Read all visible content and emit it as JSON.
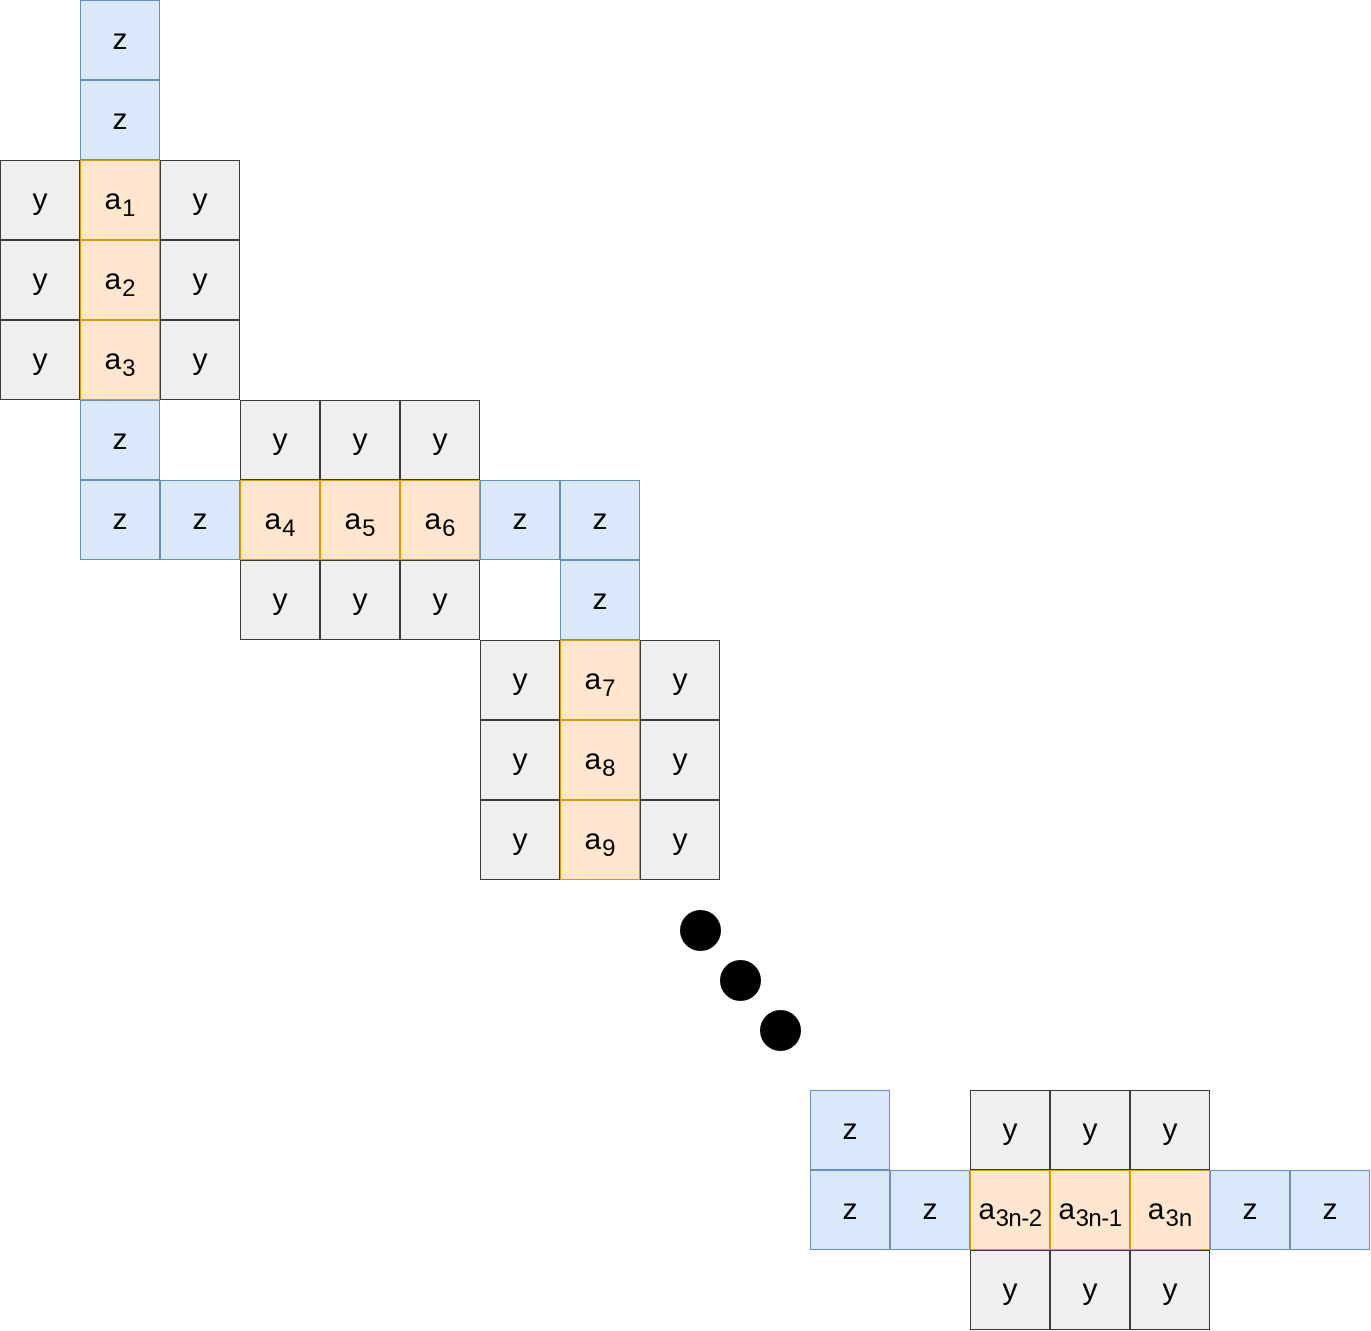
{
  "colors": {
    "z_fill": "#dae8fc",
    "z_stroke": "#6c8ebf",
    "y_fill": "#efefef",
    "y_stroke": "#3a3a3a",
    "a_fill": "#ffe6cc",
    "a_stroke": "#d79b00"
  },
  "labels": {
    "z": "z",
    "y": "y",
    "a": "a"
  },
  "blocks": [
    {
      "name": "vertical-gadget-1",
      "cells": [
        {
          "kind": "z",
          "col": 1,
          "row": 0
        },
        {
          "kind": "z",
          "col": 1,
          "row": 1
        },
        {
          "kind": "y",
          "col": 0,
          "row": 2
        },
        {
          "kind": "a",
          "sub": "1",
          "col": 1,
          "row": 2
        },
        {
          "kind": "y",
          "col": 2,
          "row": 2
        },
        {
          "kind": "y",
          "col": 0,
          "row": 3
        },
        {
          "kind": "a",
          "sub": "2",
          "col": 1,
          "row": 3
        },
        {
          "kind": "y",
          "col": 2,
          "row": 3
        },
        {
          "kind": "y",
          "col": 0,
          "row": 4
        },
        {
          "kind": "a",
          "sub": "3",
          "col": 1,
          "row": 4
        },
        {
          "kind": "y",
          "col": 2,
          "row": 4
        },
        {
          "kind": "z",
          "col": 1,
          "row": 5
        }
      ]
    },
    {
      "name": "horizontal-gadget-1",
      "cells": [
        {
          "kind": "y",
          "col": 3,
          "row": 5
        },
        {
          "kind": "y",
          "col": 4,
          "row": 5
        },
        {
          "kind": "y",
          "col": 5,
          "row": 5
        },
        {
          "kind": "z",
          "col": 1,
          "row": 6
        },
        {
          "kind": "z",
          "col": 2,
          "row": 6
        },
        {
          "kind": "a",
          "sub": "4",
          "col": 3,
          "row": 6
        },
        {
          "kind": "a",
          "sub": "5",
          "col": 4,
          "row": 6
        },
        {
          "kind": "a",
          "sub": "6",
          "col": 5,
          "row": 6
        },
        {
          "kind": "z",
          "col": 6,
          "row": 6
        },
        {
          "kind": "z",
          "col": 7,
          "row": 6
        },
        {
          "kind": "y",
          "col": 3,
          "row": 7
        },
        {
          "kind": "y",
          "col": 4,
          "row": 7
        },
        {
          "kind": "y",
          "col": 5,
          "row": 7
        },
        {
          "kind": "z",
          "col": 7,
          "row": 7
        }
      ]
    },
    {
      "name": "vertical-gadget-2",
      "cells": [
        {
          "kind": "y",
          "col": 6,
          "row": 8
        },
        {
          "kind": "a",
          "sub": "7",
          "col": 7,
          "row": 8
        },
        {
          "kind": "y",
          "col": 8,
          "row": 8
        },
        {
          "kind": "y",
          "col": 6,
          "row": 9
        },
        {
          "kind": "a",
          "sub": "8",
          "col": 7,
          "row": 9
        },
        {
          "kind": "y",
          "col": 8,
          "row": 9
        },
        {
          "kind": "y",
          "col": 6,
          "row": 10
        },
        {
          "kind": "a",
          "sub": "9",
          "col": 7,
          "row": 10
        },
        {
          "kind": "y",
          "col": 8,
          "row": 10
        }
      ]
    },
    {
      "name": "horizontal-gadget-last",
      "cells": [
        {
          "kind": "z",
          "col": 0,
          "row": 0
        },
        {
          "kind": "y",
          "col": 2,
          "row": 0
        },
        {
          "kind": "y",
          "col": 3,
          "row": 0
        },
        {
          "kind": "y",
          "col": 4,
          "row": 0
        },
        {
          "kind": "z",
          "col": 0,
          "row": 1
        },
        {
          "kind": "z",
          "col": 1,
          "row": 1
        },
        {
          "kind": "a",
          "sub": "3n-2",
          "col": 2,
          "row": 1
        },
        {
          "kind": "a",
          "sub": "3n-1",
          "col": 3,
          "row": 1
        },
        {
          "kind": "a",
          "sub": "3n",
          "col": 4,
          "row": 1
        },
        {
          "kind": "z",
          "col": 5,
          "row": 1
        },
        {
          "kind": "z",
          "col": 6,
          "row": 1
        },
        {
          "kind": "y",
          "col": 2,
          "row": 2
        },
        {
          "kind": "y",
          "col": 3,
          "row": 2
        },
        {
          "kind": "y",
          "col": 4,
          "row": 2
        }
      ]
    }
  ],
  "ellipsis_dots": 3
}
